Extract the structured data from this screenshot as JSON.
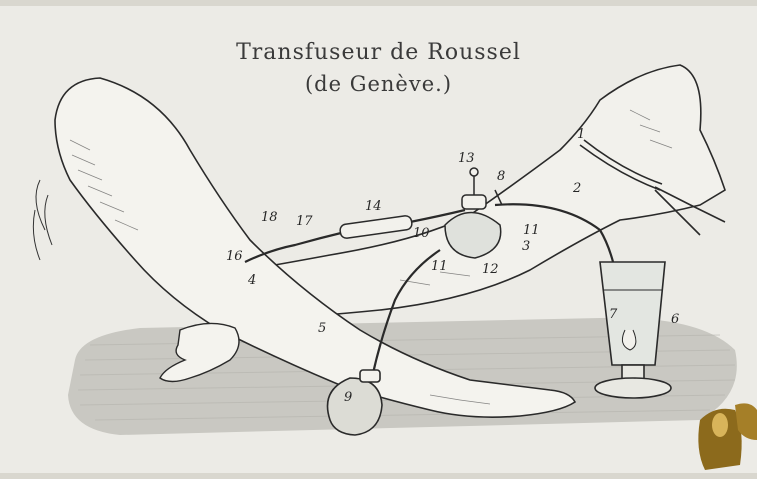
{
  "title_line1": "Transfuseur de Roussel",
  "title_line2": "(de Genève.)",
  "labels": [
    "1",
    "2",
    "3",
    "4",
    "5",
    "6",
    "7",
    "8",
    "9",
    "10",
    "11",
    "11",
    "12",
    "13",
    "14",
    "16",
    "17",
    "18"
  ],
  "colors": {
    "paper": "#ecebe6",
    "ink": "#262626",
    "shadow": "#c9c8c2",
    "glass": "#dfe1dc",
    "brass": "#8c6a1c"
  }
}
